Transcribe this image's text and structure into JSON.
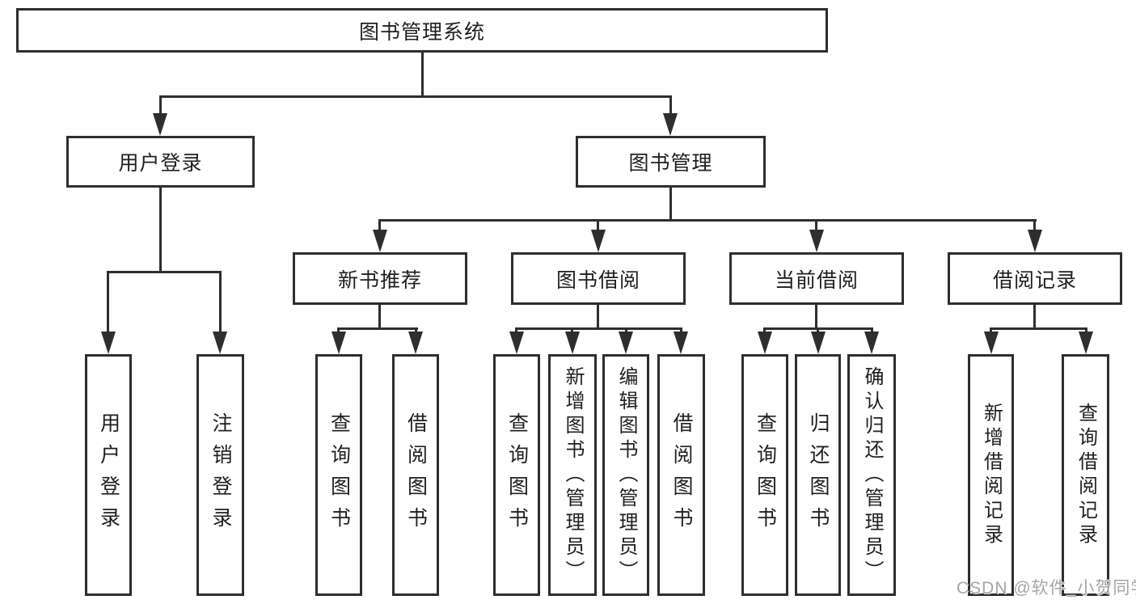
{
  "diagram": {
    "root": {
      "label": "图书管理系统"
    },
    "level2": [
      {
        "label": "用户登录",
        "children": [
          {
            "label": "用户登录"
          },
          {
            "label": "注销登录"
          }
        ]
      },
      {
        "label": "图书管理",
        "children": [
          {
            "label": "新书推荐",
            "children": [
              {
                "label": "查询图书"
              },
              {
                "label": "借阅图书"
              }
            ]
          },
          {
            "label": "图书借阅",
            "children": [
              {
                "label": "查询图书"
              },
              {
                "label": "新增图书（管理员）"
              },
              {
                "label": "编辑图书（管理员）"
              },
              {
                "label": "借阅图书"
              }
            ]
          },
          {
            "label": "当前借阅",
            "children": [
              {
                "label": "查询图书"
              },
              {
                "label": "归还图书"
              },
              {
                "label": "确认归还（管理员）"
              }
            ]
          },
          {
            "label": "借阅记录",
            "children": [
              {
                "label": "新增借阅记录"
              },
              {
                "label": "查询借阅记录"
              }
            ]
          }
        ]
      }
    ]
  },
  "watermark": {
    "text": "CSDN @软件_小贺同学"
  },
  "colors": {
    "line": "#2e2e2e",
    "box_border": "#2e2e2e",
    "text": "#1f1f1f",
    "background": "#ffffff",
    "watermark": "#a6a6a6"
  }
}
